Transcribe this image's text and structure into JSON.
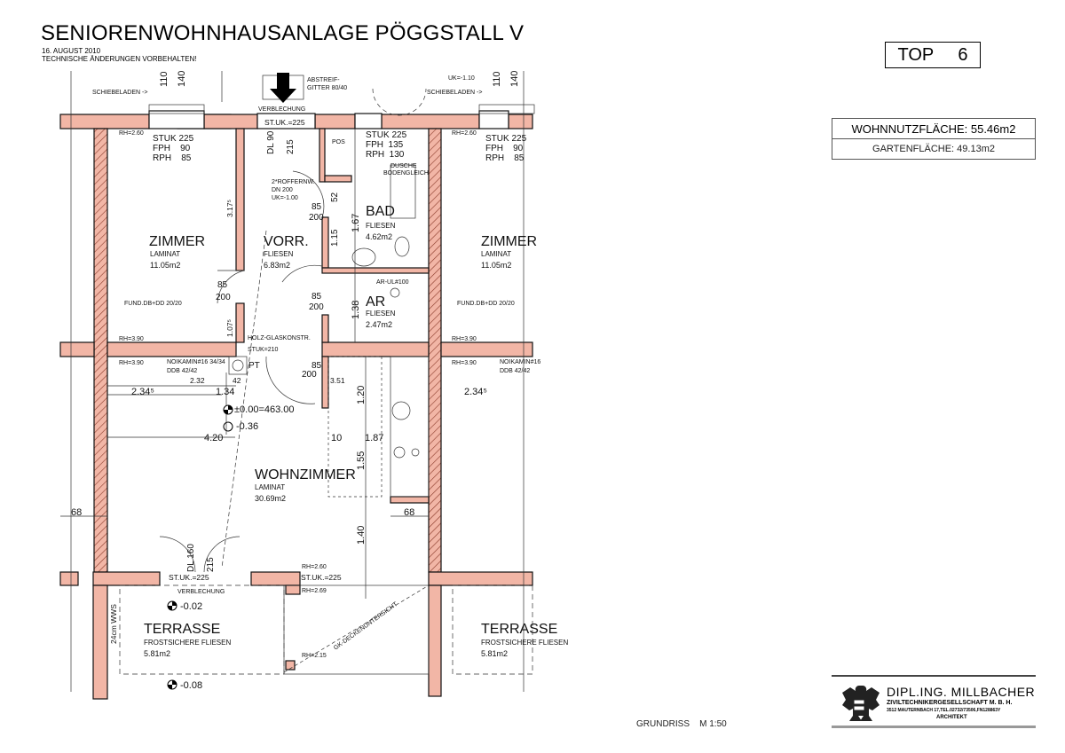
{
  "header": {
    "title": "SENIORENWOHNHAUSANLAGE  PÖGGSTALL V",
    "date": "16. AUGUST 2010",
    "note": "TECHNISCHE ÄNDERUNGEN VORBEHALTEN!"
  },
  "top": {
    "label": "TOP",
    "number": "6"
  },
  "areas": {
    "wohnnutzflaeche": "WOHNNUTZFLÄCHE: 55.46m2",
    "gartenflaeche": "GARTENFLÄCHE: 49.13m2"
  },
  "footer": {
    "scale": "GRUNDRISS    M 1:50"
  },
  "architect": {
    "name": "DIPL.ING. MILLBACHER",
    "company": "ZIVILTECHNIKERGESELLSCHAFT M. B. H.",
    "address": "3512 MAUTERNBACH 17,TEL.02732/73506,FN128863Y",
    "role": "ARCHITEKT"
  },
  "colors": {
    "wall": "#f2b6a6",
    "line": "#111111"
  },
  "plan": {
    "rooms": [
      {
        "name": "ZIMMER",
        "floor": "LAMINAT",
        "area": "11.05m2"
      },
      {
        "name": "VORR.",
        "floor": "FLIESEN",
        "area": "6.83m2"
      },
      {
        "name": "BAD",
        "floor": "FLIESEN",
        "area": "4.62m2"
      },
      {
        "name": "AR",
        "floor": "FLIESEN",
        "area": "2.47m2"
      },
      {
        "name": "WOHNZIMMER",
        "floor": "LAMINAT",
        "area": "30.69m2"
      },
      {
        "name": "TERRASSE",
        "floor": "FROSTSICHERE FLIESEN",
        "area": "5.81m2"
      },
      {
        "name": "ZIMMER",
        "floor": "LAMINAT",
        "area": "11.05m2"
      },
      {
        "name": "TERRASSE",
        "floor": "FROSTSICHERE FLIESEN",
        "area": "5.81m2"
      }
    ],
    "annotations": [
      "SCHIEBELADEN ->",
      "110",
      "140",
      "ABSTREIF-",
      "GITTER 80/40",
      "VERBLECHUNG",
      "ST.UK.=225",
      "UK=-1.10",
      "SCHIEBELADEN ->",
      "RH=2.60",
      "STUK 225",
      "FPH    90",
      "RPH    85",
      "STUK 225",
      "FPH  135",
      "RPH  130",
      "RH=2.60",
      "STUK 225",
      "FPH    90",
      "RPH    85",
      "2*ROFFERNW.",
      "DN 200",
      "UK=-1.00",
      "85",
      "200",
      "85",
      "200",
      "85",
      "200",
      "FUND.DB+DD 20/20",
      "FUND.DB+DD 20/20",
      "RH=3.90",
      "HOLZ-GLASKONSTR.",
      "STUK=210",
      "RH=3.90",
      "NOIKAMIN#16 34/34",
      "DDB 42/42",
      "2.32",
      "42",
      "3.51",
      "2.34⁵",
      "1.34",
      "±0.00=463.00",
      "-0.36",
      "4.20",
      "10",
      "1.87",
      "68",
      "68",
      "1.20",
      "1.55",
      "1.40",
      "RH=2.60",
      "ST.UK.=225",
      "RH=2.69",
      "ST.UK.=225",
      "VERBLECHUNG",
      "-0.02",
      "-0.08",
      "RH=2.15",
      "GK-DECKENUNTERSICHT",
      "24cm WWS",
      "DL 90",
      "215",
      "PT",
      "RH=3.90",
      "RH=3.90",
      "NOIKAMIN#16",
      "DDB 42/42",
      "2.34⁵",
      "POS",
      "1.67",
      "1.38",
      "DUSCHE",
      "BODENGLEICH",
      "3.17⁵",
      "1.07⁵",
      "1.15",
      "52",
      "DL 160",
      "215",
      "110",
      "140",
      "85",
      "200",
      "AR-UL#100"
    ]
  }
}
